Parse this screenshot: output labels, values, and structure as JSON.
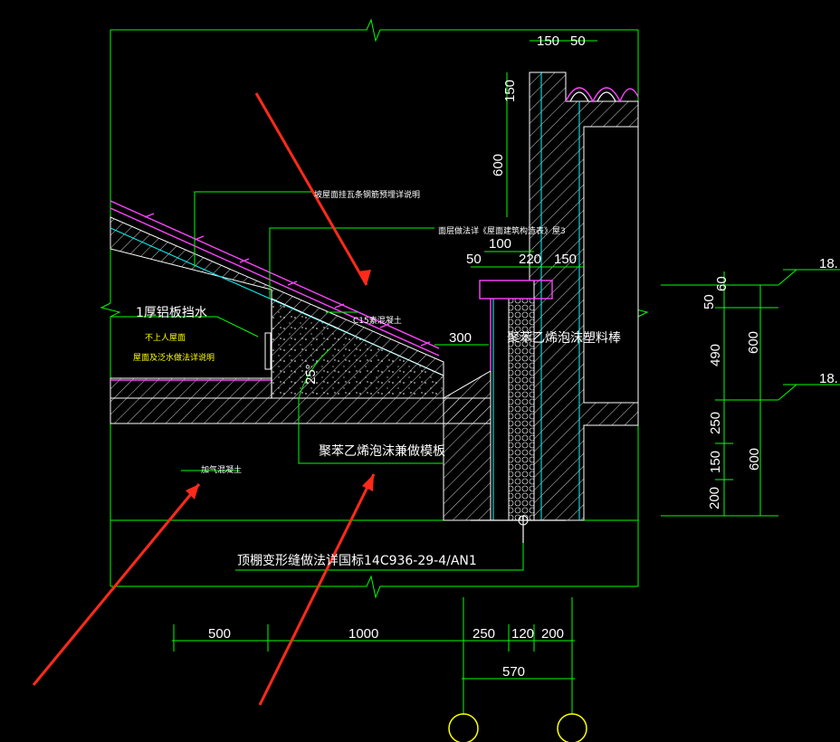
{
  "top_dims": [
    "150",
    "50"
  ],
  "left_dims": [
    "150",
    "600"
  ],
  "mid_dims": [
    "100",
    "50",
    "220",
    "150"
  ],
  "dim_300": "300",
  "angle": "25°",
  "right_dims": [
    "60",
    "50",
    "490",
    "600",
    "250",
    "150",
    "600",
    "200"
  ],
  "level_marks": [
    "18.",
    "18."
  ],
  "bottom_dims": [
    "500",
    "1000",
    "250",
    "120",
    "200"
  ],
  "bottom_total": "570",
  "labels": {
    "tile_hook": "坡屋面挂瓦条钢筋预埋详说明",
    "roof_layers": "面层做法详《屋面建筑构造表》屋3",
    "alu_board": "1厚铝板挡水",
    "no_access_roof": "不上人屋面",
    "roof_waterproof": "屋面及泛水做法详说明",
    "c15": "C15素混凝土",
    "eps_rod": "聚苯乙烯泡沫塑料棒",
    "aerated": "加气混凝土",
    "eps_form": "聚苯乙烯泡沫兼做模板",
    "ceiling_joint": "顶棚变形缝做法详国标14C936-29-4/AN1"
  },
  "colors": {
    "background": "#000000",
    "dim_lines": "#00ff00",
    "structure": "#ffffff",
    "waterproof": "#ff44ff",
    "hatch": "#00ffff",
    "annotation_arrows": "#ff2a1a",
    "highlight_text": "#ffff00"
  }
}
